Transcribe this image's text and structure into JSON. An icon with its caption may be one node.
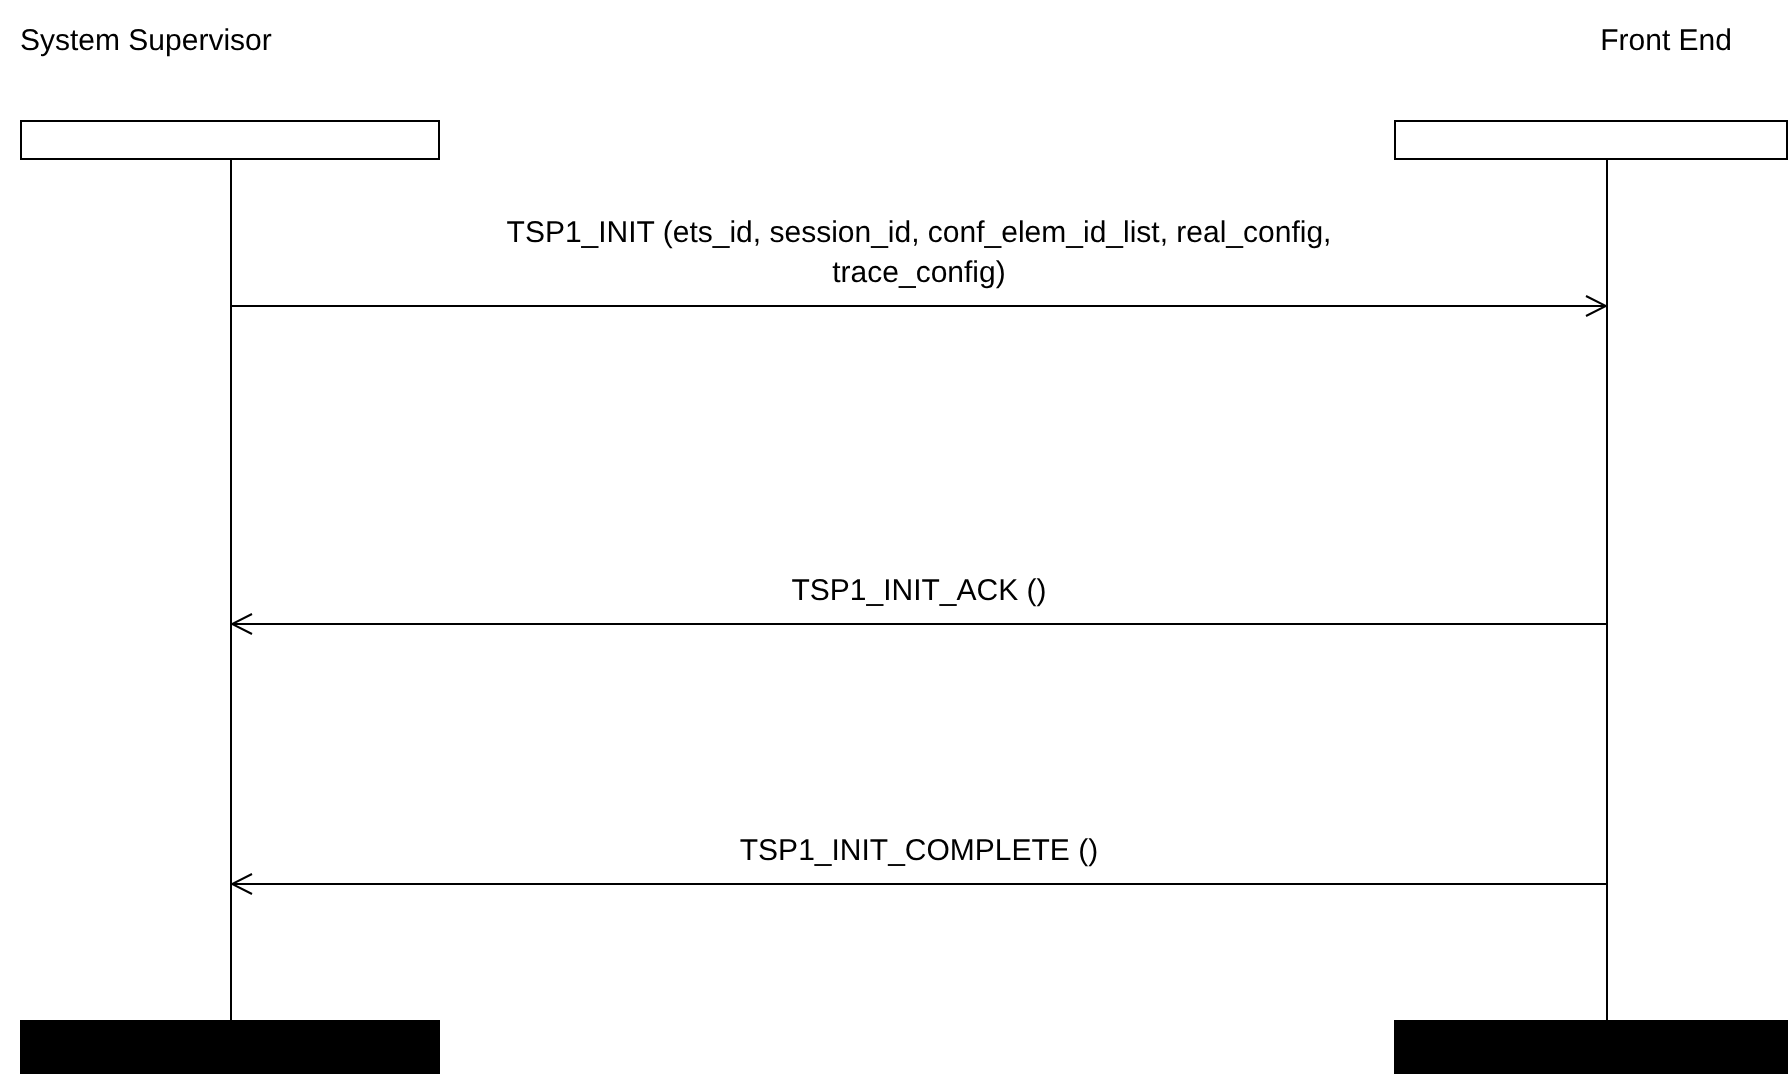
{
  "diagram": {
    "nodes": [
      {
        "text": [
          "System Supervisor"
        ]
      },
      {
        "text": [
          "Front End"
        ]
      },
      {
        "text": [],
        "shape": "line"
      },
      {
        "text": [],
        "shape": "line"
      },
      {
        "text": [],
        "shape": "bar"
      },
      {
        "text": [],
        "shape": "bar"
      }
    ],
    "edges": [
      {
        "from": 2,
        "to": 3,
        "arrow": "to",
        "label": "TSP1_INIT (ets_id, session_id, conf_elem_id_list, real_config, trace_config)"
      },
      {
        "from": 3,
        "to": 2,
        "arrow": "to",
        "label": "TSP1_INIT_ACK ()"
      },
      {
        "from": 3,
        "to": 2,
        "arrow": "to",
        "label": "TSP1_INIT_COMPLETE ()"
      }
    ]
  }
}
